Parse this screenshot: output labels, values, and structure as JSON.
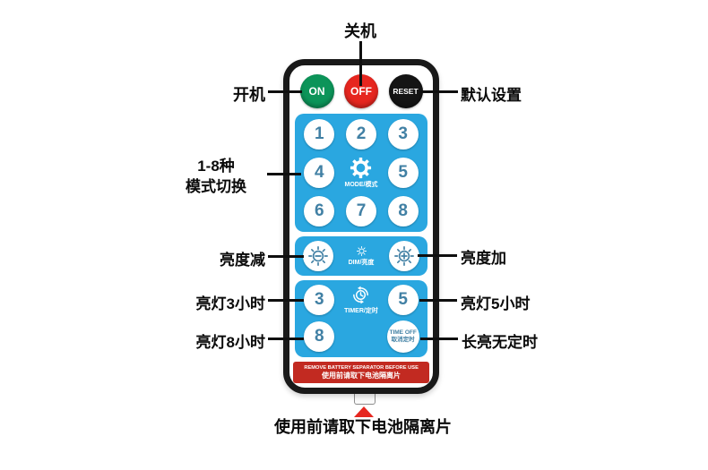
{
  "diagram": {
    "callouts": {
      "power_off": "关机",
      "power_on": "开机",
      "default_reset": "默认设置",
      "mode_line1": "1-8种",
      "mode_line2": "模式切换",
      "dim_minus": "亮度减",
      "dim_plus": "亮度加",
      "light_3h": "亮灯3小时",
      "light_5h": "亮灯5小时",
      "light_8h": "亮灯8小时",
      "always_on": "长亮无定时",
      "bottom_note": "使用前请取下电池隔离片"
    }
  },
  "remote": {
    "power": {
      "on": "ON",
      "off": "OFF",
      "reset": "RESET"
    },
    "numbers": [
      "1",
      "2",
      "3",
      "4",
      "5",
      "6",
      "7",
      "8"
    ],
    "mode_label": "MODE/模式",
    "dim_label": "DIM/亮度",
    "timer_label": "TIMER/定时",
    "timer_numbers": {
      "three": "3",
      "five": "5",
      "eight": "8"
    },
    "time_off": {
      "line1": "TIME OFF",
      "line2": "取消定时"
    },
    "warning": {
      "line1": "REMOVE BATTERY SEPARATOR BEFORE USE",
      "line2": "使用前请取下电池隔离片"
    },
    "colors": {
      "panel_blue": "#2aa7e0",
      "on_green": "#0c9459",
      "off_red": "#e6261f",
      "reset_black": "#141414",
      "warning_red": "#c22a21",
      "number_blue": "#4180a4"
    }
  }
}
